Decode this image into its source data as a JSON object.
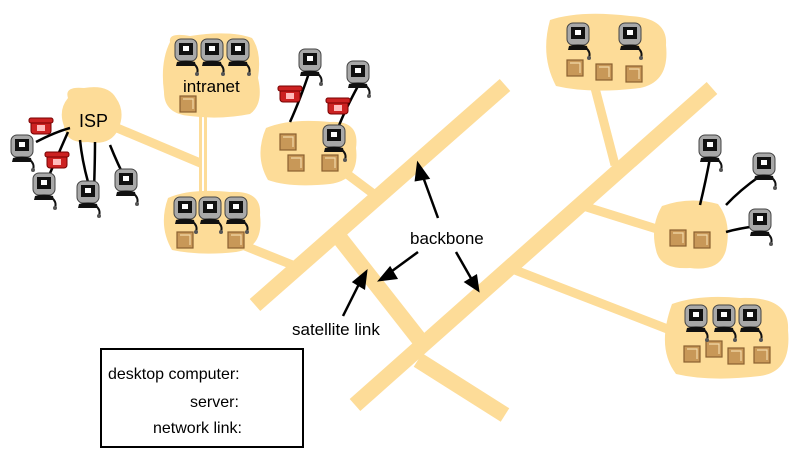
{
  "labels": {
    "isp": "ISP",
    "intranet": "intranet",
    "backbone": "backbone",
    "satellite": "satellite link"
  },
  "legend": {
    "desktop": "desktop computer:",
    "server": "server:",
    "link": "network link:"
  },
  "colors": {
    "network": "#fddc98",
    "server": "#c89858",
    "computer_shell": "#999999",
    "phone": "#cc2222",
    "wire": "#000000"
  },
  "icons": {
    "computer": "desktop-computer-icon",
    "server": "server-icon",
    "phone": "telephone-icon"
  }
}
